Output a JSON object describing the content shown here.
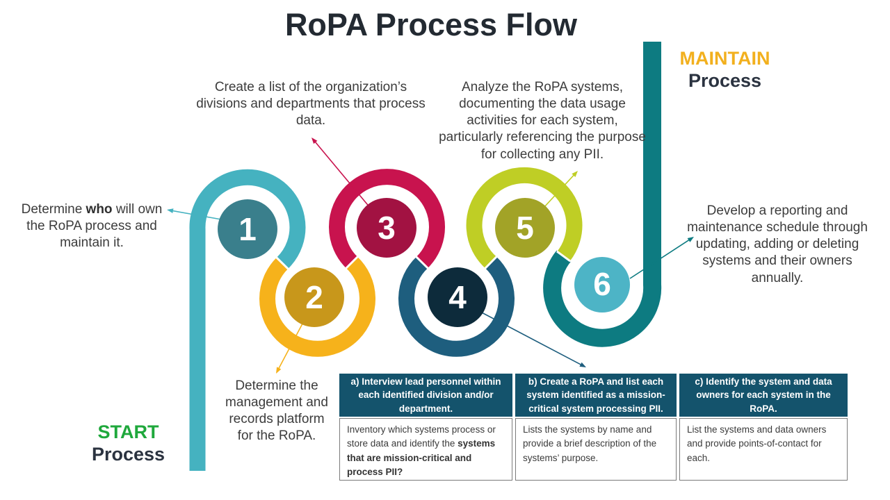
{
  "title": "RoPA Process Flow",
  "flow": {
    "start": {
      "word": "START",
      "sub": "Process",
      "color": "#1FA83C"
    },
    "maintain": {
      "word": "MAINTAIN",
      "sub": "Process",
      "color": "#F2B01E"
    },
    "steps": [
      {
        "number": "1",
        "circle_color": "#3A7F8C",
        "ring_color": "#45B2C0"
      },
      {
        "number": "2",
        "circle_color": "#C8971B",
        "ring_color": "#F6B21B"
      },
      {
        "number": "3",
        "circle_color": "#A21242",
        "ring_color": "#C8134E"
      },
      {
        "number": "4",
        "circle_color": "#0D2B3B",
        "ring_color": "#1E5E7E"
      },
      {
        "number": "5",
        "circle_color": "#A2A327",
        "ring_color": "#BFCE25"
      },
      {
        "number": "6",
        "circle_color": "#4DB4C6",
        "ring_color": "#0D7B81"
      }
    ]
  },
  "annotations": {
    "step1": {
      "pre": "Determine ",
      "bold": "who",
      "post": " will own the RoPA process and maintain it."
    },
    "step2": "Determine the management and records platform for the RoPA.",
    "step3": "Create a list of the organization’s divisions and departments that process data.",
    "step5": "Analyze the RoPA systems, documenting the data usage activities for each system, particularly referencing the purpose for collecting any PII.",
    "step6": "Develop a reporting and maintenance schedule through updating, adding or deleting systems and their owners annually."
  },
  "table": {
    "header_bg": "#14536C",
    "columns": [
      {
        "header": "a) Interview lead personnel within each identified division and/or department.",
        "body_normal": "Inventory which systems process or store data and identify the ",
        "body_bold": "systems that are mission-critical and process PII?"
      },
      {
        "header": "b) Create a RoPA and list each system identified as a mission-critical system processing PII.",
        "body_normal": "Lists the systems by name and provide a brief description of the systems’ purpose.",
        "body_bold": ""
      },
      {
        "header": "c) Identify the system and data owners for each system in the RoPA.",
        "body_normal": "List the systems and data owners and provide points-of-contact for each.",
        "body_bold": ""
      }
    ]
  },
  "colors": {
    "title_text": "#232A32",
    "body_text": "#3C3C3C",
    "table_border": "#7A7A7A"
  }
}
